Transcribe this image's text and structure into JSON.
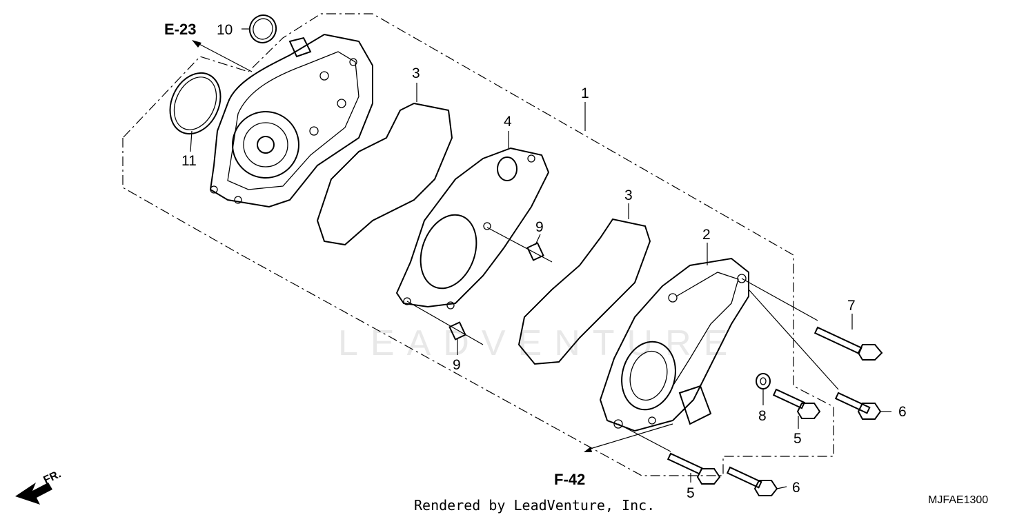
{
  "diagram": {
    "references": {
      "top": "E-23",
      "bottom": "F-42"
    },
    "direction_label": "FR.",
    "footer_text": "Rendered by LeadVenture, Inc.",
    "diagram_code": "MJFAE1300",
    "watermark": "LEADVENTURE",
    "callouts": {
      "c1": "1",
      "c2": "2",
      "c3a": "3",
      "c3b": "3",
      "c4": "4",
      "c5a": "5",
      "c5b": "5",
      "c6a": "6",
      "c6b": "6",
      "c7": "7",
      "c8": "8",
      "c9a": "9",
      "c9b": "9",
      "c10": "10",
      "c11": "11"
    }
  }
}
